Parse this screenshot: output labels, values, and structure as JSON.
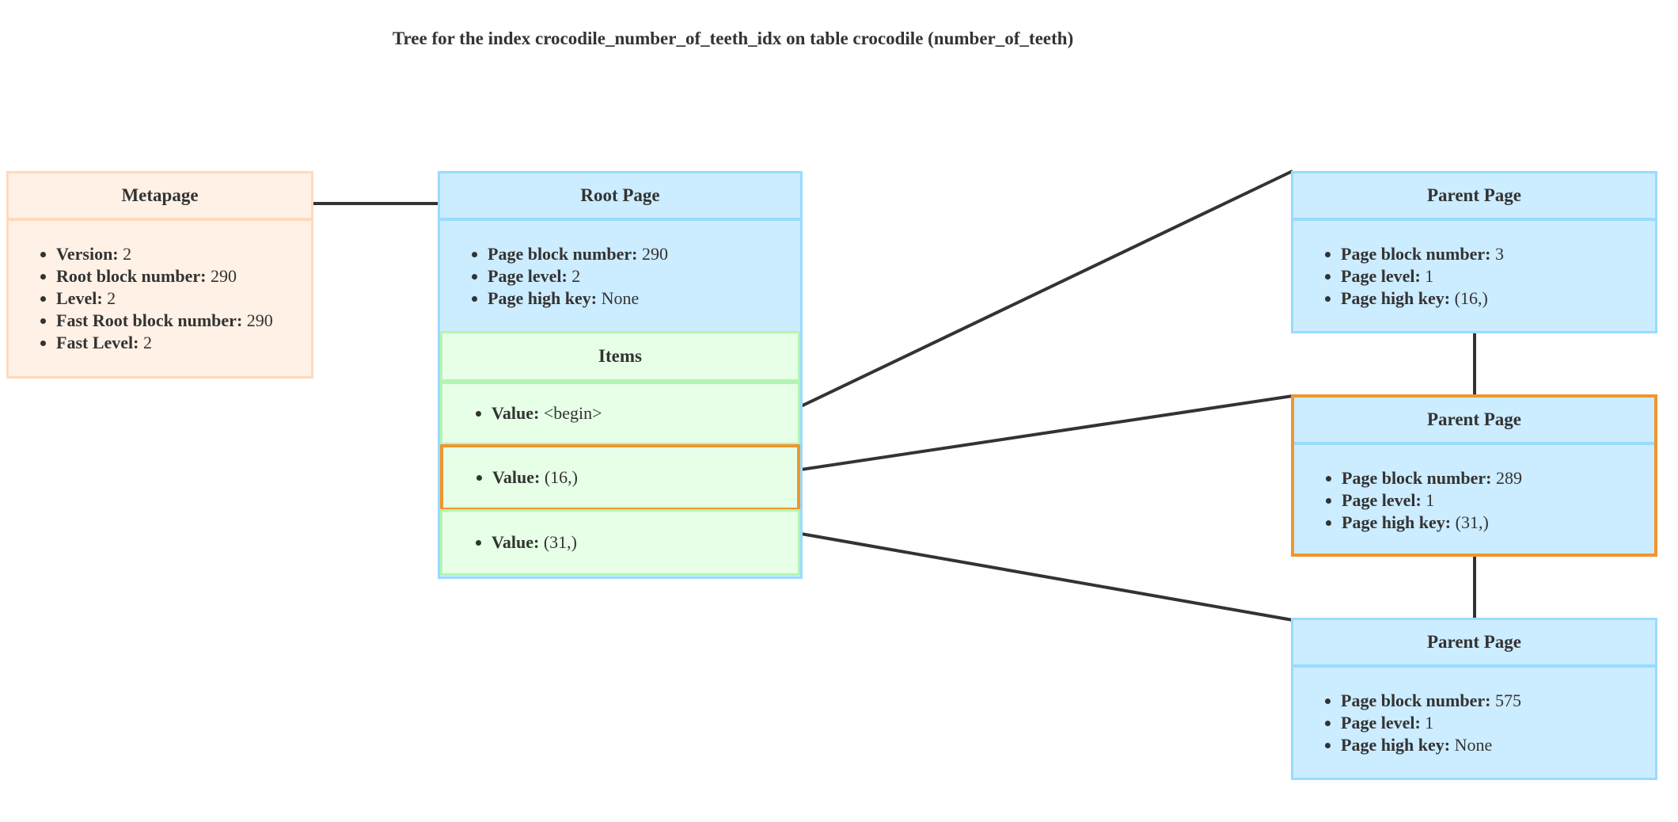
{
  "title": "Tree for the index crocodile_number_of_teeth_idx on table crocodile (number_of_teeth)",
  "colors": {
    "meta_fill": "#fff1e6",
    "meta_border": "#ffd9bd",
    "page_fill": "#ccecff",
    "page_border": "#99dbff",
    "items_fill": "#e6ffe6",
    "items_border": "#b3f5b3",
    "highlight": "#f0962d",
    "link": "#333333"
  },
  "metapage": {
    "header": "Metapage",
    "fields": [
      {
        "label": "Version:",
        "value": "2"
      },
      {
        "label": "Root block number:",
        "value": "290"
      },
      {
        "label": "Level:",
        "value": "2"
      },
      {
        "label": "Fast Root block number:",
        "value": "290"
      },
      {
        "label": "Fast Level:",
        "value": "2"
      }
    ]
  },
  "root_page": {
    "header": "Root Page",
    "fields": [
      {
        "label": "Page block number:",
        "value": "290"
      },
      {
        "label": "Page level:",
        "value": "2"
      },
      {
        "label": "Page high key:",
        "value": "None"
      }
    ],
    "items_header": "Items",
    "items": [
      {
        "label": "Value:",
        "value": "<begin>"
      },
      {
        "label": "Value:",
        "value": "(16,)"
      },
      {
        "label": "Value:",
        "value": "(31,)"
      }
    ]
  },
  "parent_pages": [
    {
      "header": "Parent Page",
      "fields": [
        {
          "label": "Page block number:",
          "value": "3"
        },
        {
          "label": "Page level:",
          "value": "1"
        },
        {
          "label": "Page high key:",
          "value": "(16,)"
        }
      ]
    },
    {
      "header": "Parent Page",
      "fields": [
        {
          "label": "Page block number:",
          "value": "289"
        },
        {
          "label": "Page level:",
          "value": "1"
        },
        {
          "label": "Page high key:",
          "value": "(31,)"
        }
      ]
    },
    {
      "header": "Parent Page",
      "fields": [
        {
          "label": "Page block number:",
          "value": "575"
        },
        {
          "label": "Page level:",
          "value": "1"
        },
        {
          "label": "Page high key:",
          "value": "None"
        }
      ]
    }
  ]
}
